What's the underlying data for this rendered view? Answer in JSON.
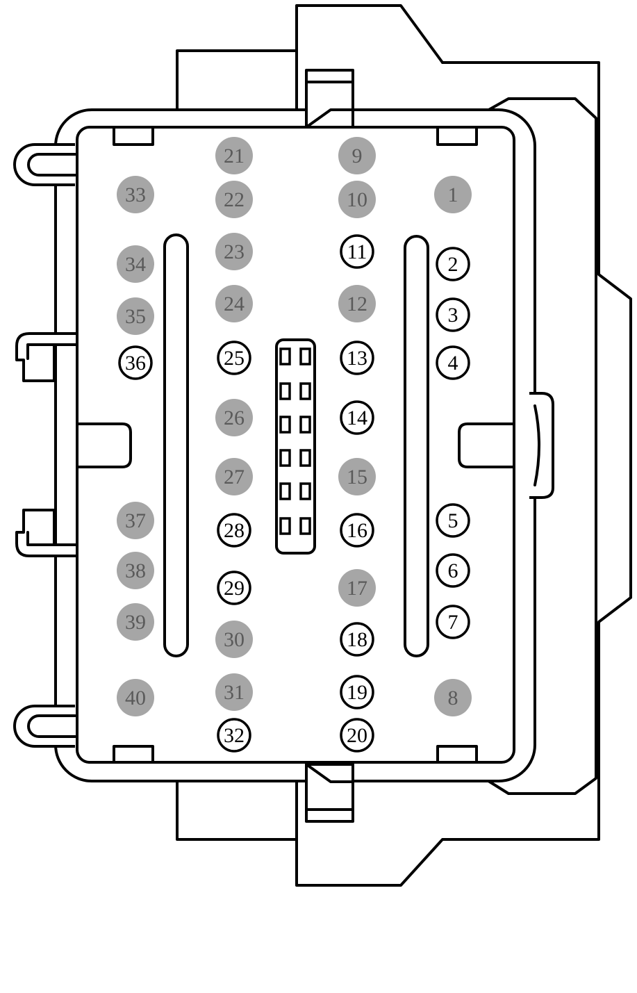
{
  "colors": {
    "line": "#000000",
    "background": "#ffffff",
    "pin_unused_fill": "#a6a6a6",
    "pin_unused_text": "#5a5a5a",
    "pin_used_fill": "#ffffff",
    "pin_used_text": "#000000"
  },
  "pins": [
    {
      "label": "1",
      "state": "unused"
    },
    {
      "label": "2",
      "state": "used"
    },
    {
      "label": "3",
      "state": "used"
    },
    {
      "label": "4",
      "state": "used"
    },
    {
      "label": "5",
      "state": "used"
    },
    {
      "label": "6",
      "state": "used"
    },
    {
      "label": "7",
      "state": "used"
    },
    {
      "label": "8",
      "state": "unused"
    },
    {
      "label": "9",
      "state": "unused"
    },
    {
      "label": "10",
      "state": "unused"
    },
    {
      "label": "11",
      "state": "used"
    },
    {
      "label": "12",
      "state": "unused"
    },
    {
      "label": "13",
      "state": "used"
    },
    {
      "label": "14",
      "state": "used"
    },
    {
      "label": "15",
      "state": "unused"
    },
    {
      "label": "16",
      "state": "used"
    },
    {
      "label": "17",
      "state": "unused"
    },
    {
      "label": "18",
      "state": "used"
    },
    {
      "label": "19",
      "state": "used"
    },
    {
      "label": "20",
      "state": "used"
    },
    {
      "label": "21",
      "state": "unused"
    },
    {
      "label": "22",
      "state": "unused"
    },
    {
      "label": "23",
      "state": "unused"
    },
    {
      "label": "24",
      "state": "unused"
    },
    {
      "label": "25",
      "state": "used"
    },
    {
      "label": "26",
      "state": "unused"
    },
    {
      "label": "27",
      "state": "unused"
    },
    {
      "label": "28",
      "state": "used"
    },
    {
      "label": "29",
      "state": "used"
    },
    {
      "label": "30",
      "state": "unused"
    },
    {
      "label": "31",
      "state": "unused"
    },
    {
      "label": "32",
      "state": "used"
    },
    {
      "label": "33",
      "state": "unused"
    },
    {
      "label": "34",
      "state": "unused"
    },
    {
      "label": "35",
      "state": "unused"
    },
    {
      "label": "36",
      "state": "used"
    },
    {
      "label": "37",
      "state": "unused"
    },
    {
      "label": "38",
      "state": "unused"
    },
    {
      "label": "39",
      "state": "unused"
    },
    {
      "label": "40",
      "state": "unused"
    }
  ]
}
